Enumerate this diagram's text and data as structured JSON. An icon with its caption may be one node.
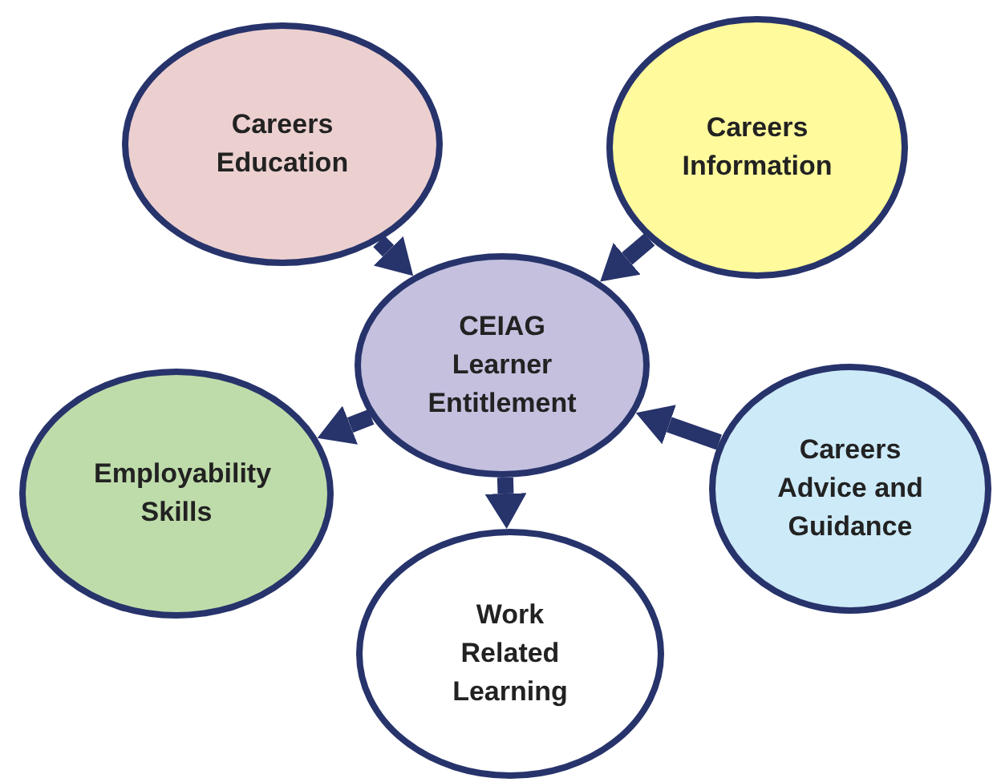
{
  "diagram": {
    "nodes": [
      {
        "text": [
          "Careers Education"
        ]
      },
      {
        "text": [
          "Careers Information"
        ]
      },
      {
        "text": [
          "CEIAG Learner Entitlement"
        ]
      },
      {
        "text": [
          "Employability Skills"
        ]
      },
      {
        "text": [
          "Careers Advice and Guidance"
        ]
      },
      {
        "text": [
          "Work Related Learning"
        ]
      }
    ],
    "edges": [
      {
        "from": 0,
        "to": 2,
        "arrow": "to"
      },
      {
        "from": 1,
        "to": 2,
        "arrow": "to"
      },
      {
        "from": 2,
        "to": 3,
        "arrow": "to"
      },
      {
        "from": 4,
        "to": 2,
        "arrow": "to"
      },
      {
        "from": 2,
        "to": 5,
        "arrow": "to"
      }
    ]
  }
}
